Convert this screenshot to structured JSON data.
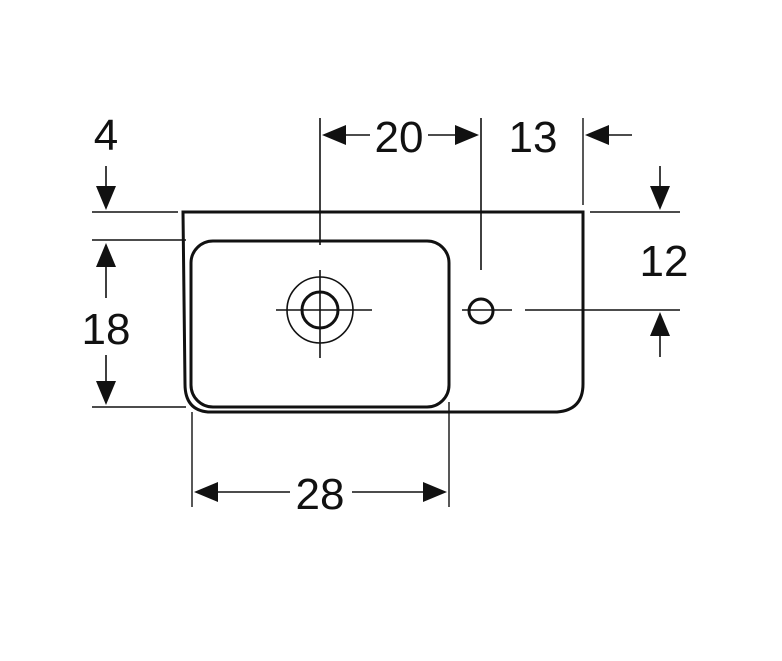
{
  "dimensions": {
    "top_rim": "4",
    "tap_to_drain": "20",
    "tap_to_edge": "13",
    "bowl_depth": "18",
    "rim_to_tap": "12",
    "bowl_width": "28"
  },
  "colors": {
    "line": "#111111",
    "background": "#ffffff"
  }
}
